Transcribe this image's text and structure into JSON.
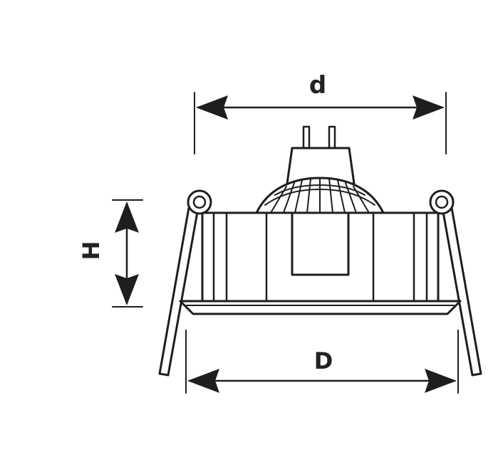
{
  "labels": {
    "d": "d",
    "D": "D",
    "H": "H"
  },
  "colors": {
    "stroke": "#1e1e1e",
    "fill": "#ffffff"
  }
}
